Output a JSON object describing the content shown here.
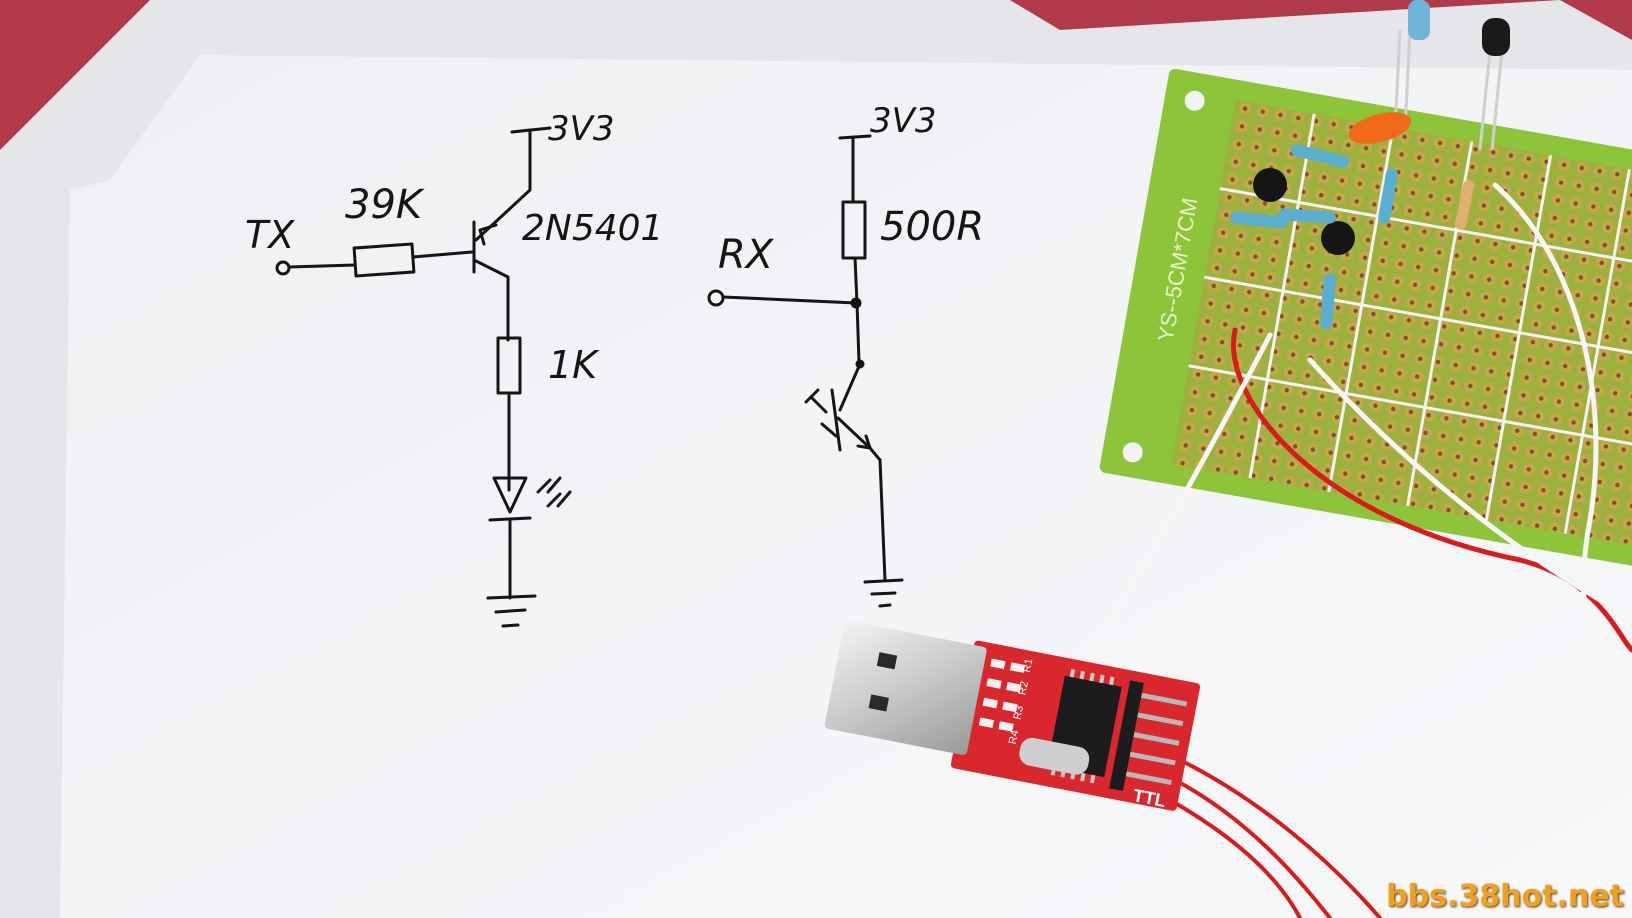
{
  "schematic": {
    "left": {
      "input_label": "TX",
      "resistor_in": "39K",
      "supply": "3V3",
      "transistor": "2N5401",
      "resistor_led": "1K"
    },
    "right": {
      "input_label": "RX",
      "supply": "3V3",
      "resistor_pullup": "500R"
    }
  },
  "perfboard": {
    "silkscreen": "YS--5CM*7CM"
  },
  "usb_module": {
    "labels": [
      "R4",
      "R3",
      "R2",
      "R1"
    ],
    "brand": "TTL"
  },
  "watermark": "bbs.38hot.net",
  "colors": {
    "paper": "#f2f3f5",
    "board": "#8ec43a",
    "pads": "#c8a64a",
    "module_pcb": "#d8282e",
    "wire_red": "#d81c1c",
    "wire_white": "#f6f6f6",
    "ink": "#151515",
    "watermark": "#f0a020"
  }
}
